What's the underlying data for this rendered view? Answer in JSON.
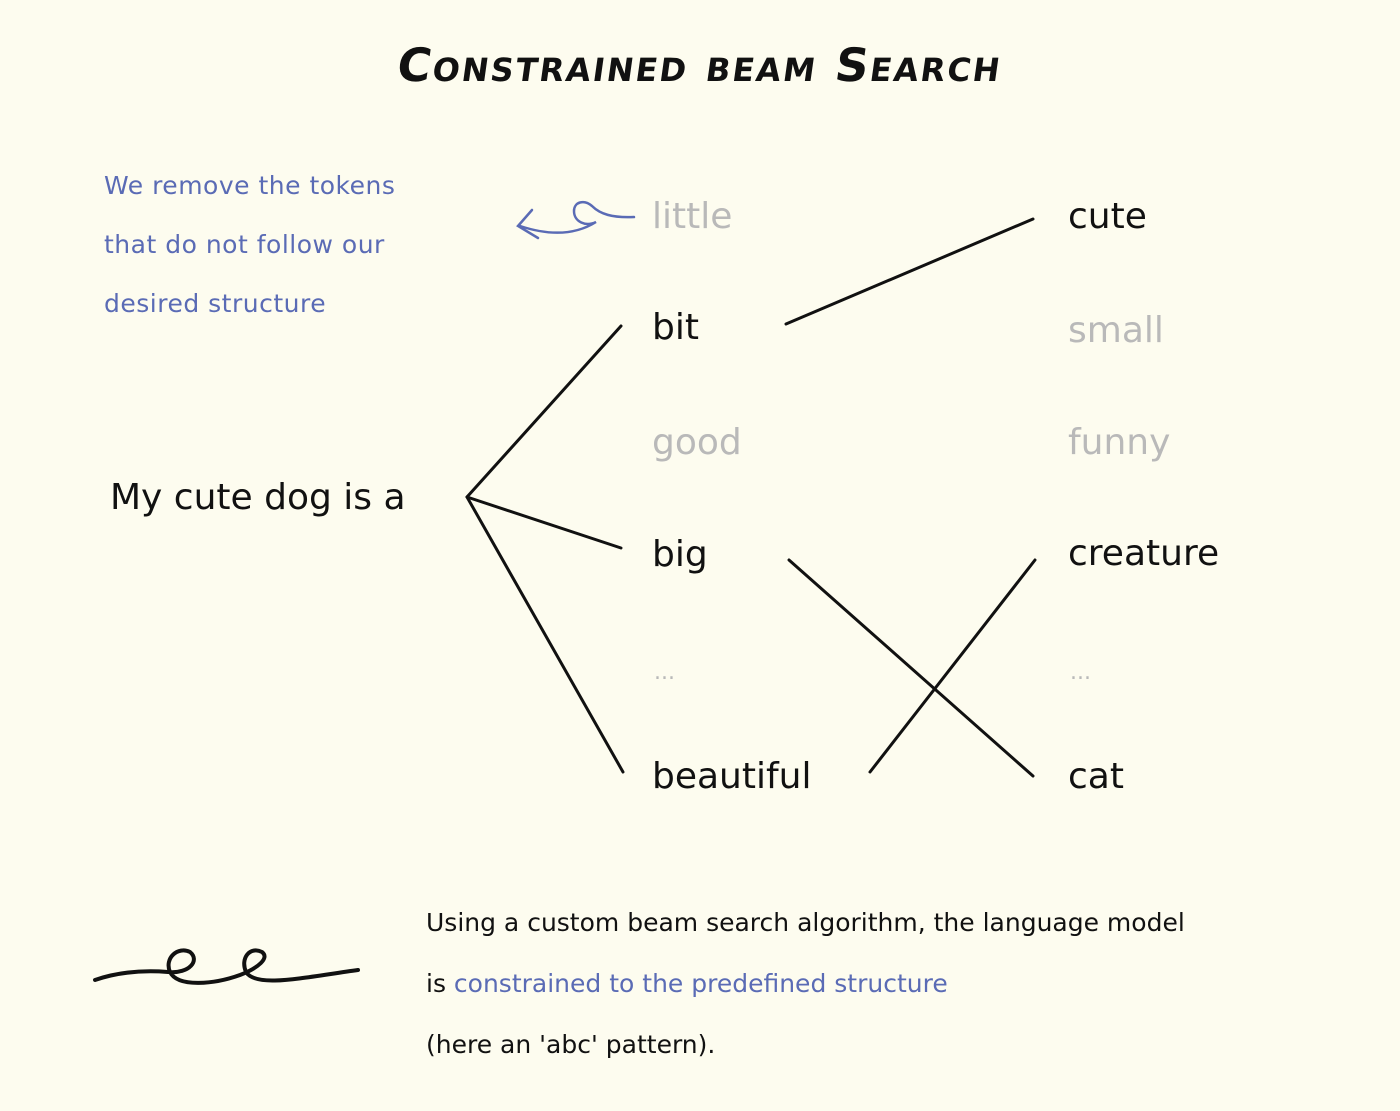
{
  "title": "Constrained beam Search",
  "note": {
    "lines": [
      "We remove the tokens",
      "that do not follow our",
      "desired structure"
    ]
  },
  "prompt": "My cute dog is a",
  "level1": {
    "little": "little",
    "bit": "bit",
    "good": "good",
    "big": "big",
    "ellipsis": "...",
    "beautiful": "beautiful"
  },
  "level2": {
    "cute": "cute",
    "small": "small",
    "funny": "funny",
    "creature": "creature",
    "ellipsis": "...",
    "cat": "cat"
  },
  "caption": {
    "line1": "Using a custom beam search algorithm,  the language model",
    "line2_prefix": "is ",
    "line2_highlight": "constrained to the predefined structure",
    "line3": "(here an 'abc' pattern)."
  },
  "colors": {
    "background": "#fdfcef",
    "ink": "#111111",
    "accent": "#5a6bb5",
    "faded": "#b9b9b9"
  },
  "icons": {
    "arrow": "curly-left-arrow-icon",
    "squiggle": "squiggle-loop-icon"
  }
}
